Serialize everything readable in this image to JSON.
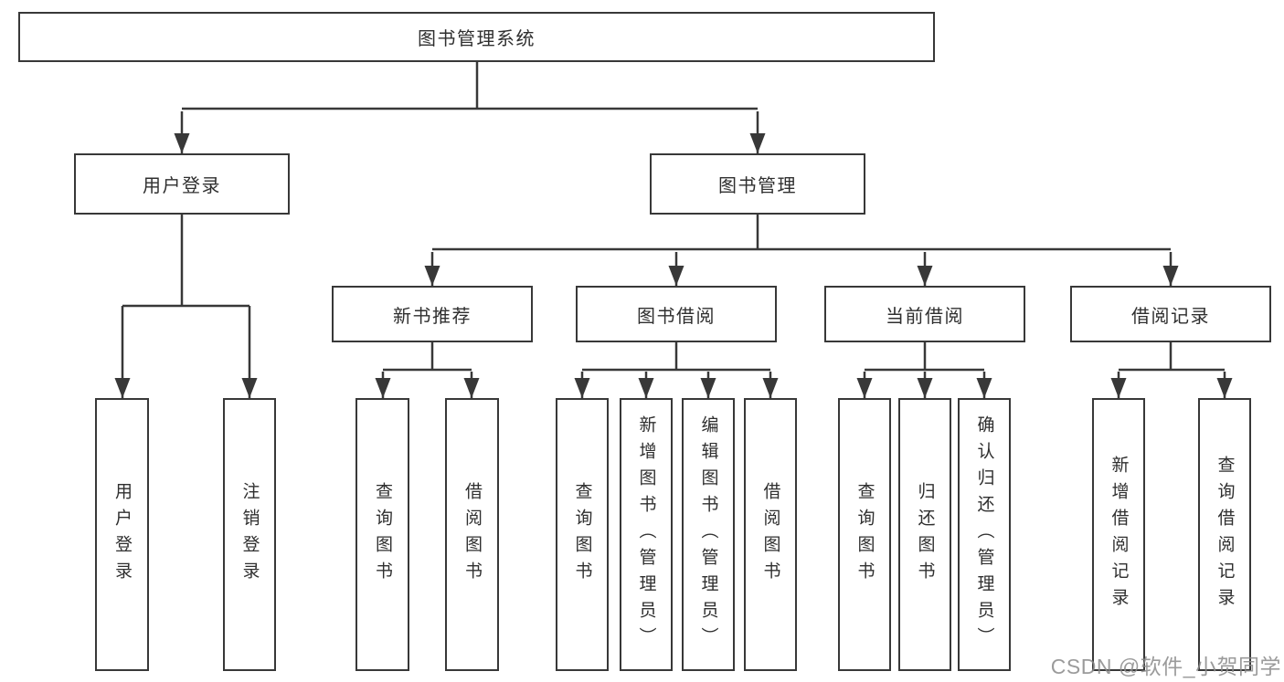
{
  "diagram": {
    "root": {
      "label": "图书管理系统"
    },
    "branches": [
      {
        "label": "用户登录",
        "children": [
          {
            "label": "用户登录"
          },
          {
            "label": "注销登录"
          }
        ]
      },
      {
        "label": "图书管理",
        "modules": [
          {
            "label": "新书推荐",
            "children": [
              {
                "label": "查询图书"
              },
              {
                "label": "借阅图书"
              }
            ]
          },
          {
            "label": "图书借阅",
            "children": [
              {
                "label": "查询图书"
              },
              {
                "label": "新增图书（管理员）"
              },
              {
                "label": "编辑图书（管理员）"
              },
              {
                "label": "借阅图书"
              }
            ]
          },
          {
            "label": "当前借阅",
            "children": [
              {
                "label": "查询图书"
              },
              {
                "label": "归还图书"
              },
              {
                "label": "确认归还（管理员）"
              }
            ]
          },
          {
            "label": "借阅记录",
            "children": [
              {
                "label": "新增借阅记录"
              },
              {
                "label": "查询借阅记录"
              }
            ]
          }
        ]
      }
    ],
    "watermark": "CSDN @软件_小贺同学",
    "colors": {
      "line": "#383838",
      "text": "#2f2f2f",
      "watermark": "#8a8a8a"
    }
  }
}
